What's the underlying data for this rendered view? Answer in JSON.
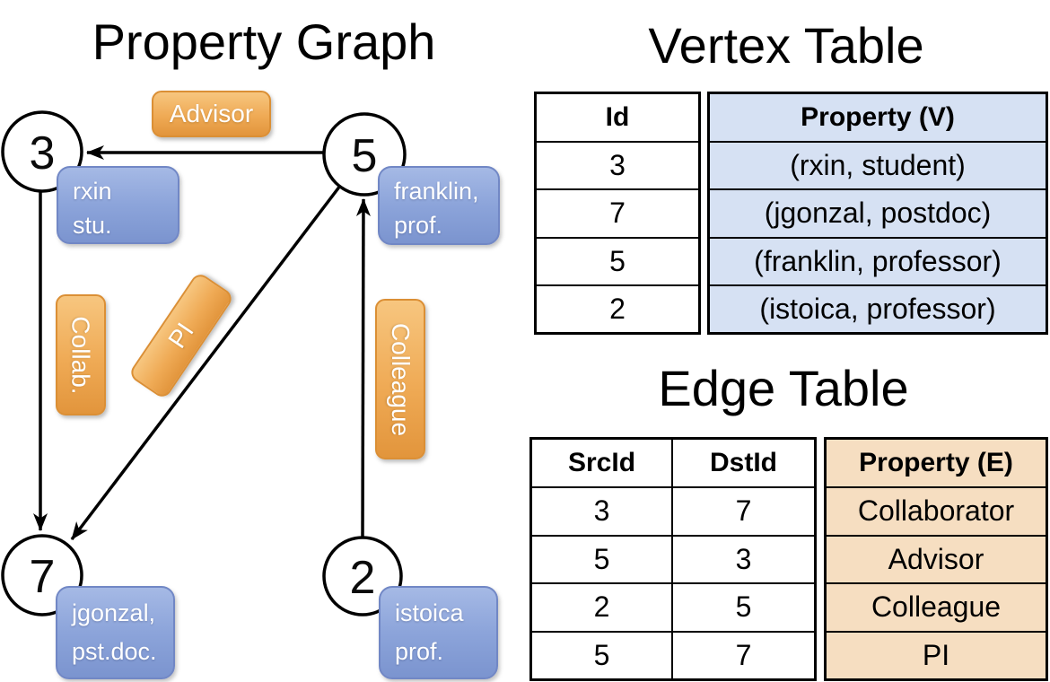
{
  "graph": {
    "title": "Property Graph",
    "nodes": [
      {
        "id": "3"
      },
      {
        "id": "5"
      },
      {
        "id": "7"
      },
      {
        "id": "2"
      }
    ],
    "edge_labels": {
      "advisor": "Advisor",
      "collab": "Collab.",
      "pi": "PI",
      "colleague": "Colleague"
    },
    "vertex_cards": [
      {
        "line1": "rxin",
        "line2": "stu."
      },
      {
        "line1": "franklin,",
        "line2": "prof."
      },
      {
        "line1": "jgonzal,",
        "line2": "pst.doc."
      },
      {
        "line1": "istoica",
        "line2": "prof."
      }
    ],
    "edges": [
      {
        "src": "5",
        "dst": "3",
        "label": "Advisor"
      },
      {
        "src": "3",
        "dst": "7",
        "label": "Collab."
      },
      {
        "src": "5",
        "dst": "7",
        "label": "PI"
      },
      {
        "src": "2",
        "dst": "5",
        "label": "Colleague"
      }
    ]
  },
  "vertex_table": {
    "title": "Vertex Table",
    "headers": {
      "id": "Id",
      "property": "Property (V)"
    },
    "rows": [
      {
        "id": "3",
        "property": "(rxin, student)"
      },
      {
        "id": "7",
        "property": "(jgonzal, postdoc)"
      },
      {
        "id": "5",
        "property": "(franklin, professor)"
      },
      {
        "id": "2",
        "property": "(istoica, professor)"
      }
    ]
  },
  "edge_table": {
    "title": "Edge Table",
    "headers": {
      "src": "SrcId",
      "dst": "DstId",
      "property": "Property (E)"
    },
    "rows": [
      {
        "src": "3",
        "dst": "7",
        "property": "Collaborator"
      },
      {
        "src": "5",
        "dst": "3",
        "property": "Advisor"
      },
      {
        "src": "2",
        "dst": "5",
        "property": "Colleague"
      },
      {
        "src": "5",
        "dst": "7",
        "property": "PI"
      }
    ]
  },
  "colors": {
    "edge_label_orange": "#EFAA55",
    "vertex_card_blue": "#8CA4DA",
    "vertex_property_fill": "#D6E1F3",
    "edge_property_fill": "#F6DEC1"
  }
}
